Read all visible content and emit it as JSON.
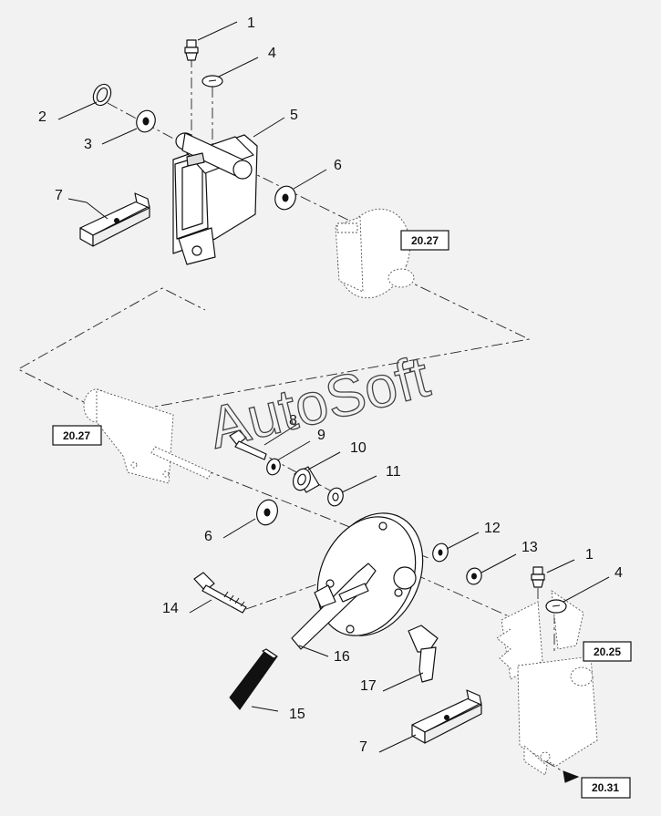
{
  "diagram": {
    "watermark": "AutoSoft",
    "callouts": [
      {
        "id": "c1-top",
        "label": "1"
      },
      {
        "id": "c2",
        "label": "2"
      },
      {
        "id": "c3",
        "label": "3"
      },
      {
        "id": "c4-top",
        "label": "4"
      },
      {
        "id": "c5",
        "label": "5"
      },
      {
        "id": "c6-top",
        "label": "6"
      },
      {
        "id": "c7-top",
        "label": "7"
      },
      {
        "id": "c8",
        "label": "8"
      },
      {
        "id": "c9",
        "label": "9"
      },
      {
        "id": "c10",
        "label": "10"
      },
      {
        "id": "c11",
        "label": "11"
      },
      {
        "id": "c6-mid",
        "label": "6"
      },
      {
        "id": "c12",
        "label": "12"
      },
      {
        "id": "c13",
        "label": "13"
      },
      {
        "id": "c1-bot",
        "label": "1"
      },
      {
        "id": "c4-bot",
        "label": "4"
      },
      {
        "id": "c14",
        "label": "14"
      },
      {
        "id": "c16",
        "label": "16"
      },
      {
        "id": "c17",
        "label": "17"
      },
      {
        "id": "c15",
        "label": "15"
      },
      {
        "id": "c7-bot",
        "label": "7"
      }
    ],
    "references": [
      {
        "id": "ref-top",
        "label": "20.27"
      },
      {
        "id": "ref-left",
        "label": "20.27"
      },
      {
        "id": "ref-right",
        "label": "20.25"
      },
      {
        "id": "ref-bottom",
        "label": "20.31"
      }
    ]
  }
}
